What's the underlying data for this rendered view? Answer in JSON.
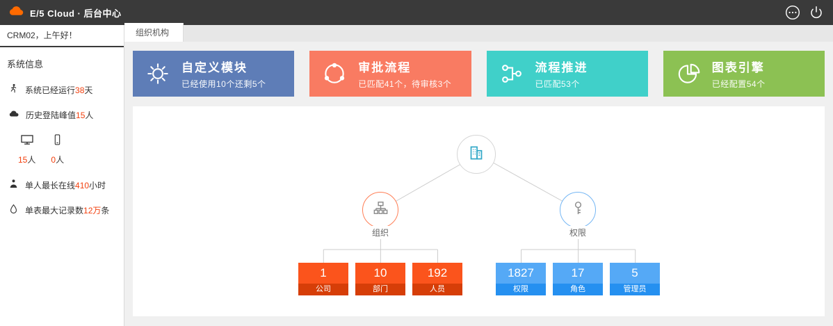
{
  "topbar": {
    "title": "E/5 Cloud · 后台中心",
    "brand_color": "#ff6a00"
  },
  "sidebar": {
    "greeting": "CRM02，上午好！",
    "section_title": "系统信息",
    "highlight_color": "#f2400e",
    "stats_top": [
      {
        "icon": "runner-icon",
        "prefix": "系统已经运行",
        "value": "38",
        "suffix": "天"
      },
      {
        "icon": "cloud-icon",
        "prefix": "历史登陆峰值",
        "value": "15",
        "suffix": "人"
      }
    ],
    "devices": [
      {
        "icon": "desktop-icon",
        "value": "15",
        "suffix": "人"
      },
      {
        "icon": "phone-icon",
        "value": "0",
        "suffix": "人"
      }
    ],
    "stats_bottom": [
      {
        "icon": "person-icon",
        "prefix": "单人最长在线",
        "value": "410",
        "suffix": "小时"
      },
      {
        "icon": "droplet-icon",
        "prefix": "单表最大记录数",
        "value": "12万",
        "suffix": "条"
      }
    ]
  },
  "tabs": {
    "active_label": "组织机构"
  },
  "cards": [
    {
      "icon": "gear-icon",
      "title": "自定义模块",
      "subtitle": "已经使用10个还剩5个",
      "color": "#5e7db7"
    },
    {
      "icon": "share-icon",
      "title": "审批流程",
      "subtitle": "已匹配41个，待审核3个",
      "color": "#f97b62"
    },
    {
      "icon": "flow-icon",
      "title": "流程推进",
      "subtitle": "已匹配53个",
      "color": "#40d0c9"
    },
    {
      "icon": "pie-icon",
      "title": "图表引擎",
      "subtitle": "已经配置54个",
      "color": "#8cc153"
    }
  ],
  "tree": {
    "root_icon": "building-icon",
    "branches": [
      {
        "label": "组织",
        "icon": "org-chart-icon",
        "circle_color": "#ff7e55",
        "value_bg": "#fb541c",
        "label_bg": "#d63e08",
        "items": [
          {
            "value": "1",
            "label": "公司"
          },
          {
            "value": "10",
            "label": "部门"
          },
          {
            "value": "192",
            "label": "人员"
          }
        ]
      },
      {
        "label": "权限",
        "icon": "key-icon",
        "circle_color": "#74b6f4",
        "value_bg": "#55a9f6",
        "label_bg": "#2590f0",
        "items": [
          {
            "value": "1827",
            "label": "权限"
          },
          {
            "value": "17",
            "label": "角色"
          },
          {
            "value": "5",
            "label": "管理员"
          }
        ]
      }
    ]
  }
}
